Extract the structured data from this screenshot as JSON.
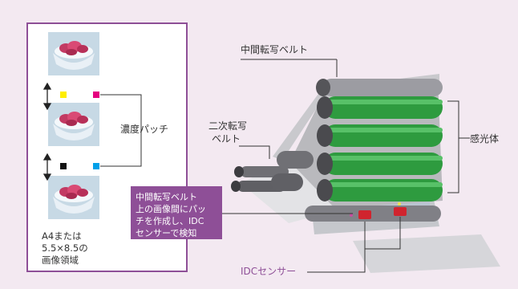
{
  "labels": {
    "intermediate_belt": "中間転写ベルト",
    "secondary_belt_line1": "二次転写",
    "secondary_belt_line2": "ベルト",
    "photoconductor": "感光体",
    "density_patch": "濃度パッチ",
    "page_size": "A4または\n5.5×8.5の\n画像領域",
    "callout": "中間転写ベルト\n上の画像間にパッ\nチを作成し、IDC\nセンサーで検知",
    "idc_sensor": "IDCセンサー"
  },
  "colors": {
    "accent": "#8e4f97",
    "background": "#f3e9f1",
    "yellow_patch": "#ffee00",
    "magenta_patch": "#e5007f",
    "black_patch": "#111111",
    "cyan_patch": "#00a0e9",
    "roller_green": "#2e9b3f"
  }
}
